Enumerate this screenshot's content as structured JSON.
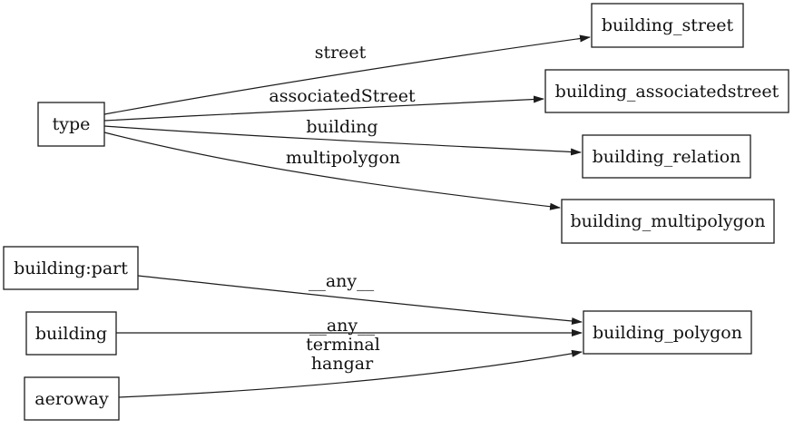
{
  "diagram": {
    "type": "directed-graph",
    "background_color": "#ffffff",
    "node_fill_color": "#ffffff",
    "node_border_color": "#000000",
    "edge_color": "#000000",
    "text_color": "#000000",
    "nodes": {
      "type": "type",
      "building_part": "building:part",
      "building": "building",
      "aeroway": "aeroway",
      "building_street": "building_street",
      "building_associatedstreet": "building_associatedstreet",
      "building_relation": "building_relation",
      "building_multipolygon": "building_multipolygon",
      "building_polygon": "building_polygon"
    },
    "edges": [
      {
        "from": "type",
        "to": "building_street",
        "label": "street"
      },
      {
        "from": "type",
        "to": "building_associatedstreet",
        "label": "associatedStreet"
      },
      {
        "from": "type",
        "to": "building_relation",
        "label": "building"
      },
      {
        "from": "type",
        "to": "building_multipolygon",
        "label": "multipolygon"
      },
      {
        "from": "building:part",
        "to": "building_polygon",
        "label": "__any__"
      },
      {
        "from": "building",
        "to": "building_polygon",
        "label": "__any__"
      },
      {
        "from": "aeroway",
        "to": "building_polygon",
        "label_lines": [
          "terminal",
          "hangar"
        ]
      }
    ]
  }
}
